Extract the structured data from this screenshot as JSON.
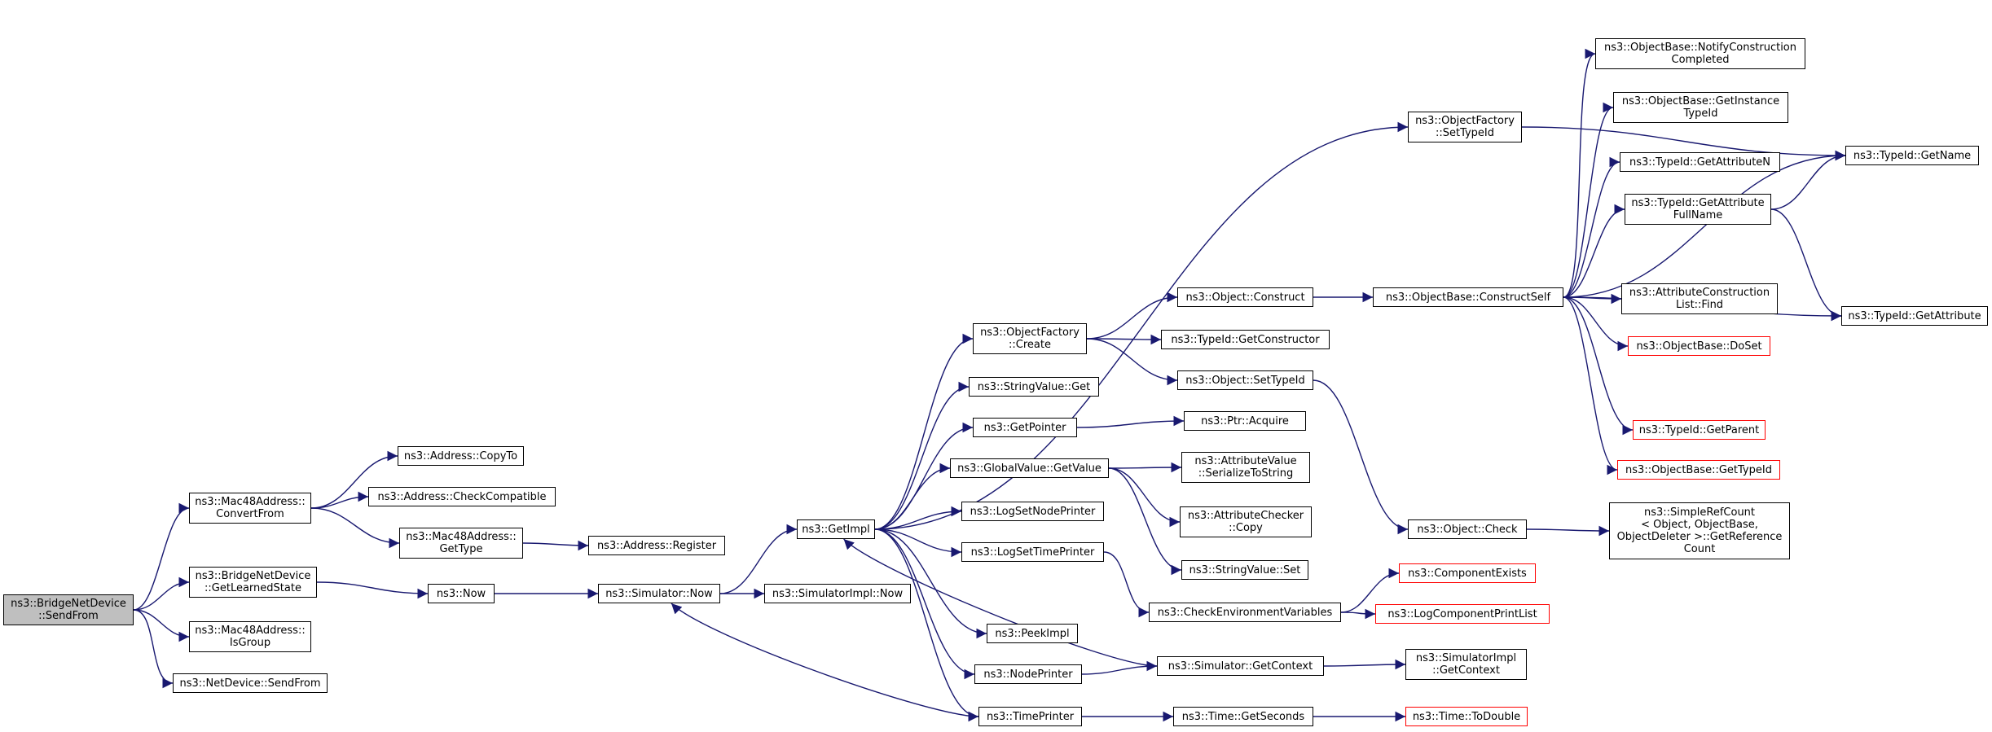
{
  "graph": {
    "colors": {
      "edge": "#191970",
      "node_border": "#000000",
      "missing_border": "#ff0000",
      "root_fill": "#bfbfbf"
    },
    "nodes": [
      {
        "id": "sendfrom",
        "label": "ns3::BridgeNetDevice\n::SendFrom",
        "root": true
      },
      {
        "id": "convertfrom",
        "label": "ns3::Mac48Address::\nConvertFrom"
      },
      {
        "id": "getlearnedstate",
        "label": "ns3::BridgeNetDevice\n::GetLearnedState"
      },
      {
        "id": "isgroup",
        "label": "ns3::Mac48Address::\nIsGroup"
      },
      {
        "id": "netdevice_sendfrom",
        "label": "ns3::NetDevice::SendFrom"
      },
      {
        "id": "copyto",
        "label": "ns3::Address::CopyTo"
      },
      {
        "id": "checkcompatible",
        "label": "ns3::Address::CheckCompatible"
      },
      {
        "id": "mac_gettype",
        "label": "ns3::Mac48Address::\nGetType"
      },
      {
        "id": "address_register",
        "label": "ns3::Address::Register"
      },
      {
        "id": "now",
        "label": "ns3::Now"
      },
      {
        "id": "sim_now",
        "label": "ns3::Simulator::Now"
      },
      {
        "id": "simimpl_now",
        "label": "ns3::SimulatorImpl::Now"
      },
      {
        "id": "getimpl",
        "label": "ns3::GetImpl"
      },
      {
        "id": "of_create",
        "label": "ns3::ObjectFactory\n::Create"
      },
      {
        "id": "stringvalue_get",
        "label": "ns3::StringValue::Get"
      },
      {
        "id": "getpointer",
        "label": "ns3::GetPointer"
      },
      {
        "id": "gv_getvalue",
        "label": "ns3::GlobalValue::GetValue"
      },
      {
        "id": "logsetnodeprinter",
        "label": "ns3::LogSetNodePrinter"
      },
      {
        "id": "logsettimeprinter",
        "label": "ns3::LogSetTimePrinter"
      },
      {
        "id": "peekimpl",
        "label": "ns3::PeekImpl"
      },
      {
        "id": "nodeprinter",
        "label": "ns3::NodePrinter"
      },
      {
        "id": "timeprinter",
        "label": "ns3::TimePrinter"
      },
      {
        "id": "of_settypeid",
        "label": "ns3::ObjectFactory\n::SetTypeId"
      },
      {
        "id": "obj_construct",
        "label": "ns3::Object::Construct"
      },
      {
        "id": "getconstructor",
        "label": "ns3::TypeId::GetConstructor"
      },
      {
        "id": "obj_settypeid",
        "label": "ns3::Object::SetTypeId"
      },
      {
        "id": "ptr_acquire",
        "label": "ns3::Ptr::Acquire"
      },
      {
        "id": "serializetostring",
        "label": "ns3::AttributeValue\n::SerializeToString"
      },
      {
        "id": "checker_copy",
        "label": "ns3::AttributeChecker\n::Copy"
      },
      {
        "id": "stringvalue_set",
        "label": "ns3::StringValue::Set"
      },
      {
        "id": "checkenv",
        "label": "ns3::CheckEnvironmentVariables"
      },
      {
        "id": "sim_getcontext",
        "label": "ns3::Simulator::GetContext"
      },
      {
        "id": "time_getseconds",
        "label": "ns3::Time::GetSeconds"
      },
      {
        "id": "constructself",
        "label": "ns3::ObjectBase::ConstructSelf"
      },
      {
        "id": "obj_check",
        "label": "ns3::Object::Check"
      },
      {
        "id": "componentexists",
        "label": "ns3::ComponentExists",
        "missing": true
      },
      {
        "id": "logcomponentprintlist",
        "label": "ns3::LogComponentPrintList",
        "missing": true
      },
      {
        "id": "simimpl_getcontext",
        "label": "ns3::SimulatorImpl\n::GetContext"
      },
      {
        "id": "time_todouble",
        "label": "ns3::Time::ToDouble",
        "missing": true
      },
      {
        "id": "notifyconstruction",
        "label": "ns3::ObjectBase::NotifyConstruction\nCompleted"
      },
      {
        "id": "getinstancetypeid",
        "label": "ns3::ObjectBase::GetInstance\nTypeId"
      },
      {
        "id": "getattributen",
        "label": "ns3::TypeId::GetAttributeN"
      },
      {
        "id": "getattributefullname",
        "label": "ns3::TypeId::GetAttribute\nFullName"
      },
      {
        "id": "attrconstructionlist_find",
        "label": "ns3::AttributeConstruction\nList::Find"
      },
      {
        "id": "doset",
        "label": "ns3::ObjectBase::DoSet",
        "missing": true
      },
      {
        "id": "getparent",
        "label": "ns3::TypeId::GetParent",
        "missing": true
      },
      {
        "id": "ob_gettypeid",
        "label": "ns3::ObjectBase::GetTypeId",
        "missing": true
      },
      {
        "id": "simplerefcount",
        "label": "ns3::SimpleRefCount\n< Object, ObjectBase,\nObjectDeleter >::GetReference\nCount"
      },
      {
        "id": "typeid_getname",
        "label": "ns3::TypeId::GetName"
      },
      {
        "id": "typeid_getattribute",
        "label": "ns3::TypeId::GetAttribute"
      }
    ],
    "edges": [
      [
        "sendfrom",
        "convertfrom"
      ],
      [
        "sendfrom",
        "getlearnedstate"
      ],
      [
        "sendfrom",
        "isgroup"
      ],
      [
        "sendfrom",
        "netdevice_sendfrom"
      ],
      [
        "convertfrom",
        "copyto"
      ],
      [
        "convertfrom",
        "checkcompatible"
      ],
      [
        "convertfrom",
        "mac_gettype"
      ],
      [
        "mac_gettype",
        "address_register"
      ],
      [
        "getlearnedstate",
        "now"
      ],
      [
        "now",
        "sim_now"
      ],
      [
        "sim_now",
        "getimpl"
      ],
      [
        "sim_now",
        "simimpl_now"
      ],
      [
        "getimpl",
        "of_settypeid"
      ],
      [
        "getimpl",
        "of_create"
      ],
      [
        "getimpl",
        "stringvalue_get"
      ],
      [
        "getimpl",
        "getpointer"
      ],
      [
        "getimpl",
        "gv_getvalue"
      ],
      [
        "getimpl",
        "logsetnodeprinter"
      ],
      [
        "getimpl",
        "logsettimeprinter"
      ],
      [
        "getimpl",
        "peekimpl"
      ],
      [
        "getimpl",
        "nodeprinter"
      ],
      [
        "getimpl",
        "timeprinter"
      ],
      [
        "of_create",
        "obj_construct"
      ],
      [
        "of_create",
        "getconstructor"
      ],
      [
        "of_create",
        "obj_settypeid"
      ],
      [
        "getpointer",
        "ptr_acquire"
      ],
      [
        "gv_getvalue",
        "serializetostring"
      ],
      [
        "gv_getvalue",
        "checker_copy"
      ],
      [
        "gv_getvalue",
        "stringvalue_set"
      ],
      [
        "logsettimeprinter",
        "checkenv"
      ],
      [
        "nodeprinter",
        "sim_getcontext"
      ],
      [
        "sim_getcontext",
        "getimpl"
      ],
      [
        "sim_getcontext",
        "simimpl_getcontext"
      ],
      [
        "timeprinter",
        "sim_now"
      ],
      [
        "timeprinter",
        "time_getseconds"
      ],
      [
        "time_getseconds",
        "time_todouble"
      ],
      [
        "checkenv",
        "componentexists"
      ],
      [
        "checkenv",
        "logcomponentprintlist"
      ],
      [
        "of_settypeid",
        "typeid_getname"
      ],
      [
        "obj_construct",
        "constructself"
      ],
      [
        "obj_settypeid",
        "obj_check"
      ],
      [
        "obj_check",
        "simplerefcount"
      ],
      [
        "constructself",
        "notifyconstruction"
      ],
      [
        "constructself",
        "getinstancetypeid"
      ],
      [
        "constructself",
        "typeid_getname"
      ],
      [
        "constructself",
        "getattributen"
      ],
      [
        "constructself",
        "getattributefullname"
      ],
      [
        "constructself",
        "attrconstructionlist_find"
      ],
      [
        "constructself",
        "doset"
      ],
      [
        "constructself",
        "typeid_getattribute"
      ],
      [
        "constructself",
        "getparent"
      ],
      [
        "constructself",
        "ob_gettypeid"
      ],
      [
        "getattributefullname",
        "typeid_getname"
      ],
      [
        "getattributefullname",
        "typeid_getattribute"
      ]
    ]
  }
}
